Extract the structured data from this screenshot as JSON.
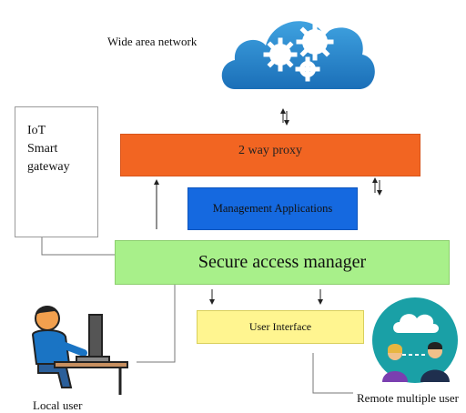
{
  "wan": {
    "label": "Wide area  network",
    "icon": "cloud-gears-icon"
  },
  "iot": {
    "label": "IoT\nSmart\ngateway"
  },
  "proxy": {
    "label": "2 way proxy",
    "color": "#f26522"
  },
  "management": {
    "label": "Management Applications",
    "color": "#1569e0"
  },
  "secure_access_manager": {
    "label": "Secure access manager",
    "color": "#a8f08a"
  },
  "user_interface": {
    "label": "User Interface",
    "color": "#fff590"
  },
  "local_user": {
    "label": "Local user",
    "icon": "person-at-computer-icon"
  },
  "remote_user": {
    "label": "Remote multiple user",
    "icon": "remote-users-cloud-icon"
  }
}
